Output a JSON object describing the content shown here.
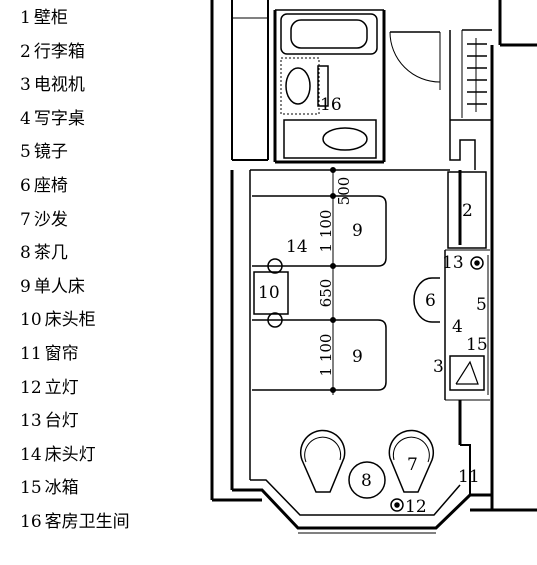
{
  "legend": [
    {
      "num": "1",
      "label": "壁柜"
    },
    {
      "num": "2",
      "label": "行李箱"
    },
    {
      "num": "3",
      "label": "电视机"
    },
    {
      "num": "4",
      "label": "写字桌"
    },
    {
      "num": "5",
      "label": "镜子"
    },
    {
      "num": "6",
      "label": "座椅"
    },
    {
      "num": "7",
      "label": "沙发"
    },
    {
      "num": "8",
      "label": "茶几"
    },
    {
      "num": "9",
      "label": "单人床"
    },
    {
      "num": "10",
      "label": "床头柜"
    },
    {
      "num": "11",
      "label": "窗帘"
    },
    {
      "num": "12",
      "label": "立灯"
    },
    {
      "num": "13",
      "label": "台灯"
    },
    {
      "num": "14",
      "label": "床头灯"
    },
    {
      "num": "15",
      "label": "冰箱"
    },
    {
      "num": "16",
      "label": "客房卫生间"
    }
  ],
  "plan": {
    "numbers": {
      "n2": "2",
      "n3": "3",
      "n4": "4",
      "n5": "5",
      "n6": "6",
      "n7": "7",
      "n8": "8",
      "n9a": "9",
      "n9b": "9",
      "n10": "10",
      "n11": "11",
      "n12": "12",
      "n13": "13",
      "n14": "14",
      "n15": "15",
      "n16": "16"
    },
    "dimensions": {
      "d500": "500",
      "d1100a": "1 100",
      "d650": "650",
      "d1100b": "1 100"
    }
  }
}
